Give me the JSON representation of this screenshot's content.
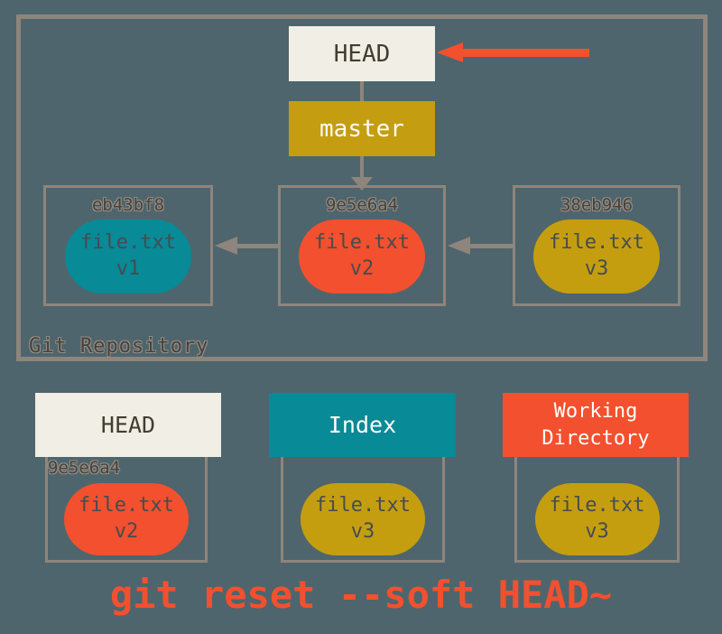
{
  "colors": {
    "background": "#4e656d",
    "border_gray": "#8e857c",
    "cream": "#f0eee5",
    "gold": "#c59e10",
    "teal": "#088a97",
    "red_orange": "#f2502e"
  },
  "repository": {
    "label": "Git Repository",
    "head_label": "HEAD",
    "branch_label": "master",
    "commits": [
      {
        "hash": "eb43bf8",
        "file": "file.txt",
        "version": "v1"
      },
      {
        "hash": "9e5e6a4",
        "file": "file.txt",
        "version": "v2"
      },
      {
        "hash": "38eb946",
        "file": "file.txt",
        "version": "v3"
      }
    ]
  },
  "areas": {
    "head": {
      "title": "HEAD",
      "hash": "9e5e6a4",
      "file": "file.txt",
      "version": "v2"
    },
    "index": {
      "title": "Index",
      "file": "file.txt",
      "version": "v3"
    },
    "working_directory": {
      "title": "Working\nDirectory",
      "file": "file.txt",
      "version": "v3"
    }
  },
  "caption": "git reset --soft HEAD~"
}
